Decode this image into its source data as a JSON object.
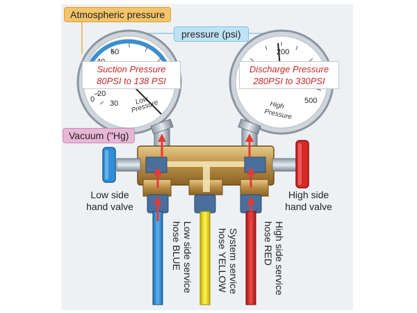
{
  "labels": {
    "atmospheric": "Atmospheric pressure",
    "pressure_psi": "pressure (psi)",
    "vacuum": "Vacuum (\"Hg)",
    "suction_title": "Suction Pressure",
    "suction_range": "80PSI to 138 PSI",
    "discharge_title": "Discharge Pressure",
    "discharge_range": "280PSI to 330PSI",
    "low_valve_1": "Low side",
    "low_valve_2": "hand valve",
    "high_valve_1": "High side",
    "high_valve_2": "hand valve",
    "hose_low_1": "Low side service",
    "hose_low_2": "hose BLUE",
    "hose_sys_1": "System service",
    "hose_sys_2": "hose YELLOW",
    "hose_high_1": "High side service",
    "hose_high_2": "hose RED"
  },
  "gauges": {
    "low": {
      "ticks": [
        "60",
        "40",
        "20",
        "0",
        "30",
        "20"
      ],
      "face_1": "Low",
      "face_2": "Pressure"
    },
    "high": {
      "ticks": [
        "200",
        "500"
      ],
      "face_1": "High",
      "face_2": "Pressure"
    }
  },
  "colors": {
    "blue_hose": "#2f8fd6",
    "yellow_hose": "#f2df2a",
    "red_hose": "#d62828",
    "brass": "#c9a15a",
    "flow_arrow": "#e53935"
  }
}
